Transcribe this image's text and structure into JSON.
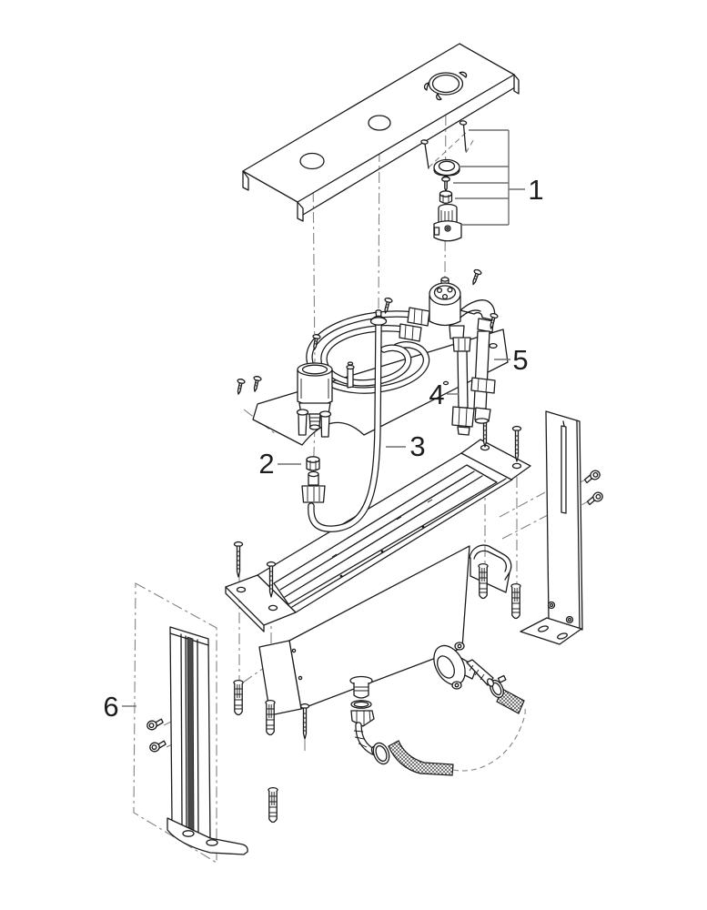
{
  "diagram": {
    "type": "exploded-parts-diagram",
    "callouts": [
      {
        "label": "1"
      },
      {
        "label": "2"
      },
      {
        "label": "3"
      },
      {
        "label": "4"
      },
      {
        "label": "5"
      },
      {
        "label": "6"
      }
    ],
    "colors": {
      "background": "#ffffff",
      "part_line": "#1b1b1b",
      "guide_line": "#828282",
      "leader_line": "#6f6f6f",
      "label_text": "#1d1d1d"
    }
  }
}
